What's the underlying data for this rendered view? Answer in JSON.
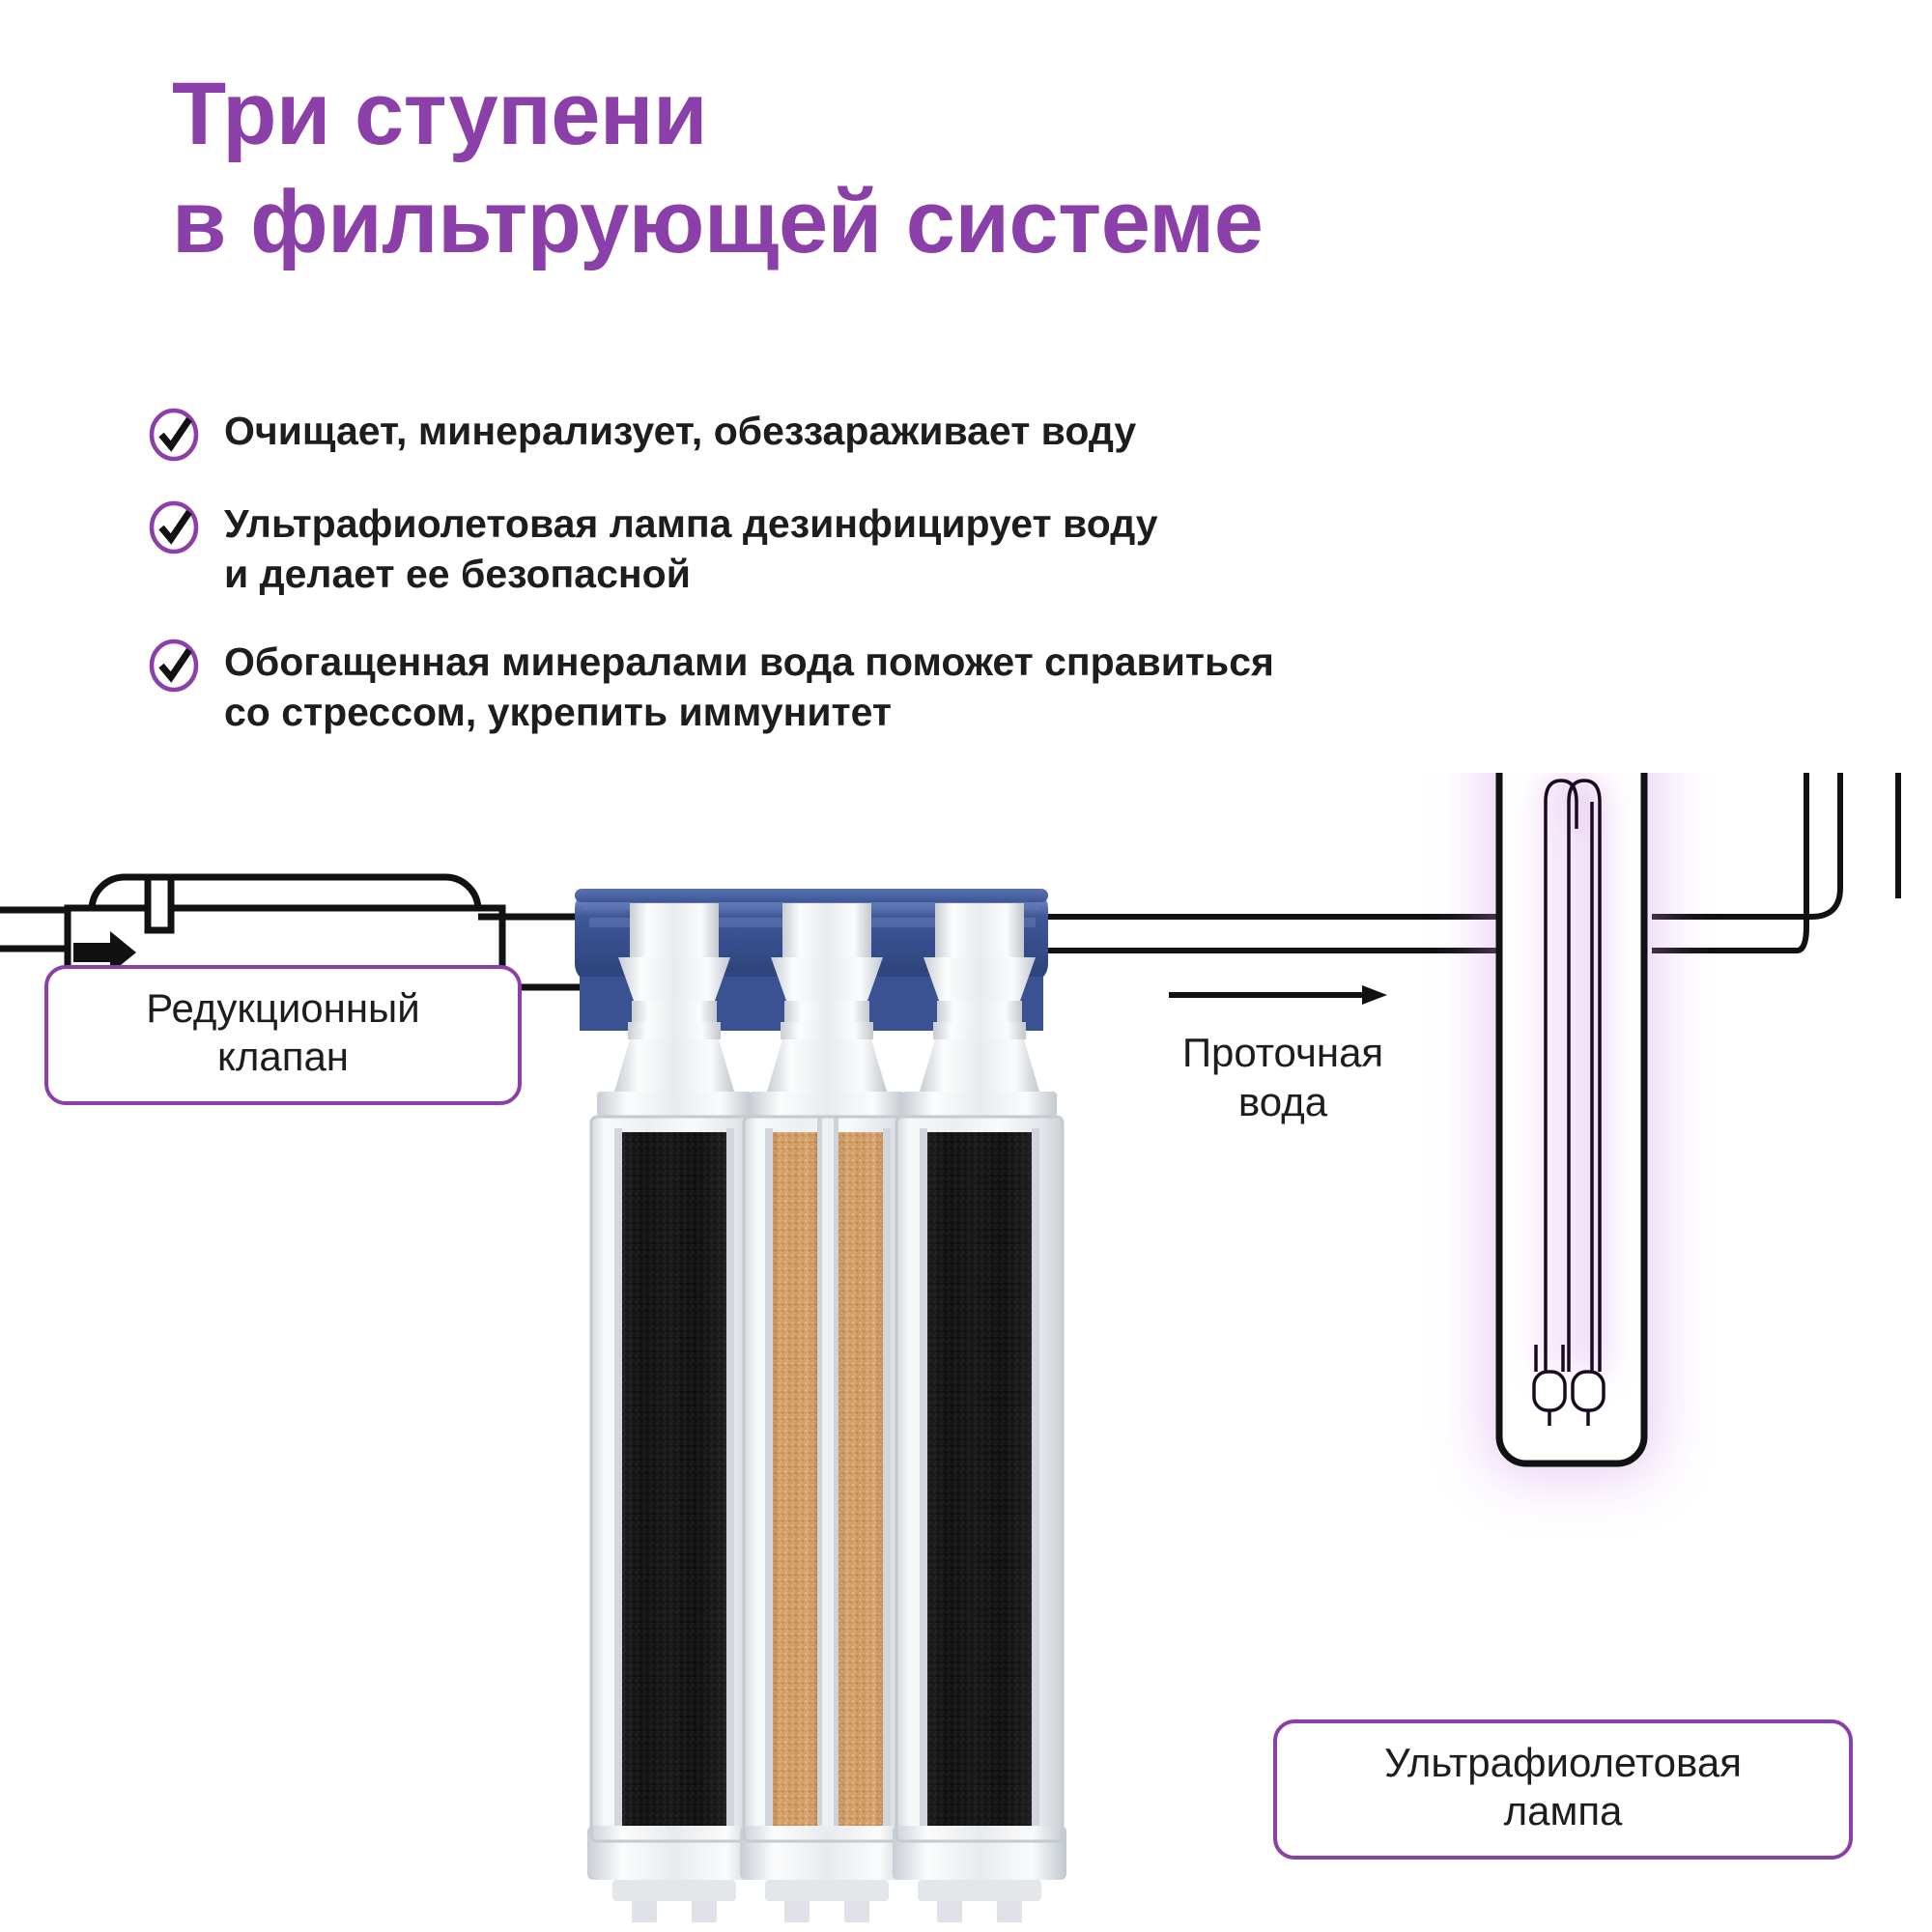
{
  "heading": {
    "text": "Три ступени\nв фильтрующей системе",
    "color": "#8b3fa8"
  },
  "bullets": [
    {
      "icon": "check-circle-icon",
      "text": "Очищает, минерализует, обеззараживает воду"
    },
    {
      "icon": "check-circle-icon",
      "text": "Ультрафиолетовая лампа дезинфицирует воду\nи делает ее безопасной"
    },
    {
      "icon": "check-circle-icon",
      "text": "Обогащенная минералами вода поможет справиться\nсо стрессом, укрепить иммунитет"
    }
  ],
  "diagram": {
    "labels": {
      "reduction_valve": "Редукционный\nклапан",
      "flowing_water": "Проточная\nвода",
      "uv_lamp": "Ультрафиолетовая\nлампа"
    },
    "colors": {
      "accent_purple": "#8b3fa8",
      "manifold_blue": "#3f5ba0",
      "manifold_blue_dark": "#2f4884",
      "cartridge_carbon": "#1c1c1c",
      "cartridge_mineral": "#cf9a62",
      "housing_light": "#f0f2f4",
      "outline": "#111111",
      "uv_glow": "#b96bd6"
    },
    "components": [
      {
        "name": "reduction-valve",
        "label": "Редукционный клапан"
      },
      {
        "name": "filter-manifold",
        "label": ""
      },
      {
        "name": "cartridge-1",
        "media": "carbon",
        "color": "#1c1c1c"
      },
      {
        "name": "cartridge-2",
        "media": "mineral",
        "color": "#cf9a62"
      },
      {
        "name": "cartridge-3",
        "media": "carbon",
        "color": "#1c1c1c"
      },
      {
        "name": "uv-lamp",
        "label": "Ультрафиолетовая лампа"
      }
    ],
    "flow_arrows": 4
  }
}
